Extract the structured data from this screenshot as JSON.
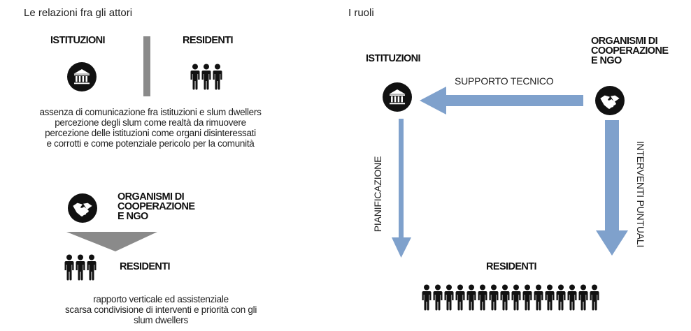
{
  "left": {
    "title": "Le relazioni fra gli attori",
    "istituzioni": "ISTITUZIONI",
    "residenti_top": "RESIDENTI",
    "text1": [
      "assenza di comunicazione fra istituzioni e slum dwellers",
      "percezione degli slum come realtà da rimuovere",
      "percezione delle istituzioni come organi disinteressati",
      "e corrotti e come potenziale pericolo per la comunità"
    ],
    "ngo": [
      "ORGANISMI DI",
      "COOPERAZIONE",
      "E NGO"
    ],
    "residenti_bottom": "RESIDENTI",
    "text2": [
      "rapporto verticale ed assistenziale",
      "scarsa condivisione di interventi e priorità con gli",
      "slum dwellers"
    ]
  },
  "right": {
    "title": "I ruoli",
    "istituzioni": "ISTITUZIONI",
    "ngo": [
      "ORGANISMI DI",
      "COOPERAZIONE",
      "E NGO"
    ],
    "supporto": "SUPPORTO TECNICO",
    "pianificazione": "PIANIFICAZIONE",
    "interventi": "INTERVENTI PUNTUALI",
    "residenti": "RESIDENTI"
  },
  "colors": {
    "arrow": "#7fa1cc",
    "bar": "#8a8a8a",
    "icon": "#111111"
  },
  "icons": {
    "institution": "institution-icon",
    "handshake": "handshake-icon",
    "person": "person-icon"
  }
}
